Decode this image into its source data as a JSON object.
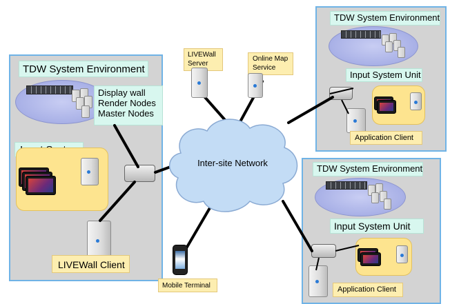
{
  "colors": {
    "site_bg": "#d3d3d3",
    "site_border": "#6fb3e6",
    "tag_bg": "#d8f7ef",
    "yellow_box": "#fde48f",
    "cloud": "#c3dcf5",
    "link": "#000000"
  },
  "icons": [
    "server-icon",
    "switch-icon",
    "tablet-icon",
    "phone-icon",
    "display-wall-icon",
    "render-node-icon",
    "cloud-icon"
  ],
  "site_left": {
    "env_label": "TDW System Environment",
    "nodes_label": [
      "Display wall",
      "Render Nodes",
      "Master Nodes"
    ],
    "input_label": "Input System",
    "client_label": "LIVEWall Client"
  },
  "site_top_right": {
    "env_label": "TDW System Environment",
    "input_unit_label": "Input System Unit",
    "client_label": "Application Client"
  },
  "site_bottom_right": {
    "env_label": "TDW System Environment",
    "input_unit_label": "Input System Unit",
    "client_label": "Application Client"
  },
  "services": {
    "livewall_server": [
      "LIVEWall",
      "Server"
    ],
    "online_map": [
      "Online Map",
      "Service"
    ]
  },
  "network_label": "Inter-site Network",
  "mobile_label": "Mobile Terminal"
}
